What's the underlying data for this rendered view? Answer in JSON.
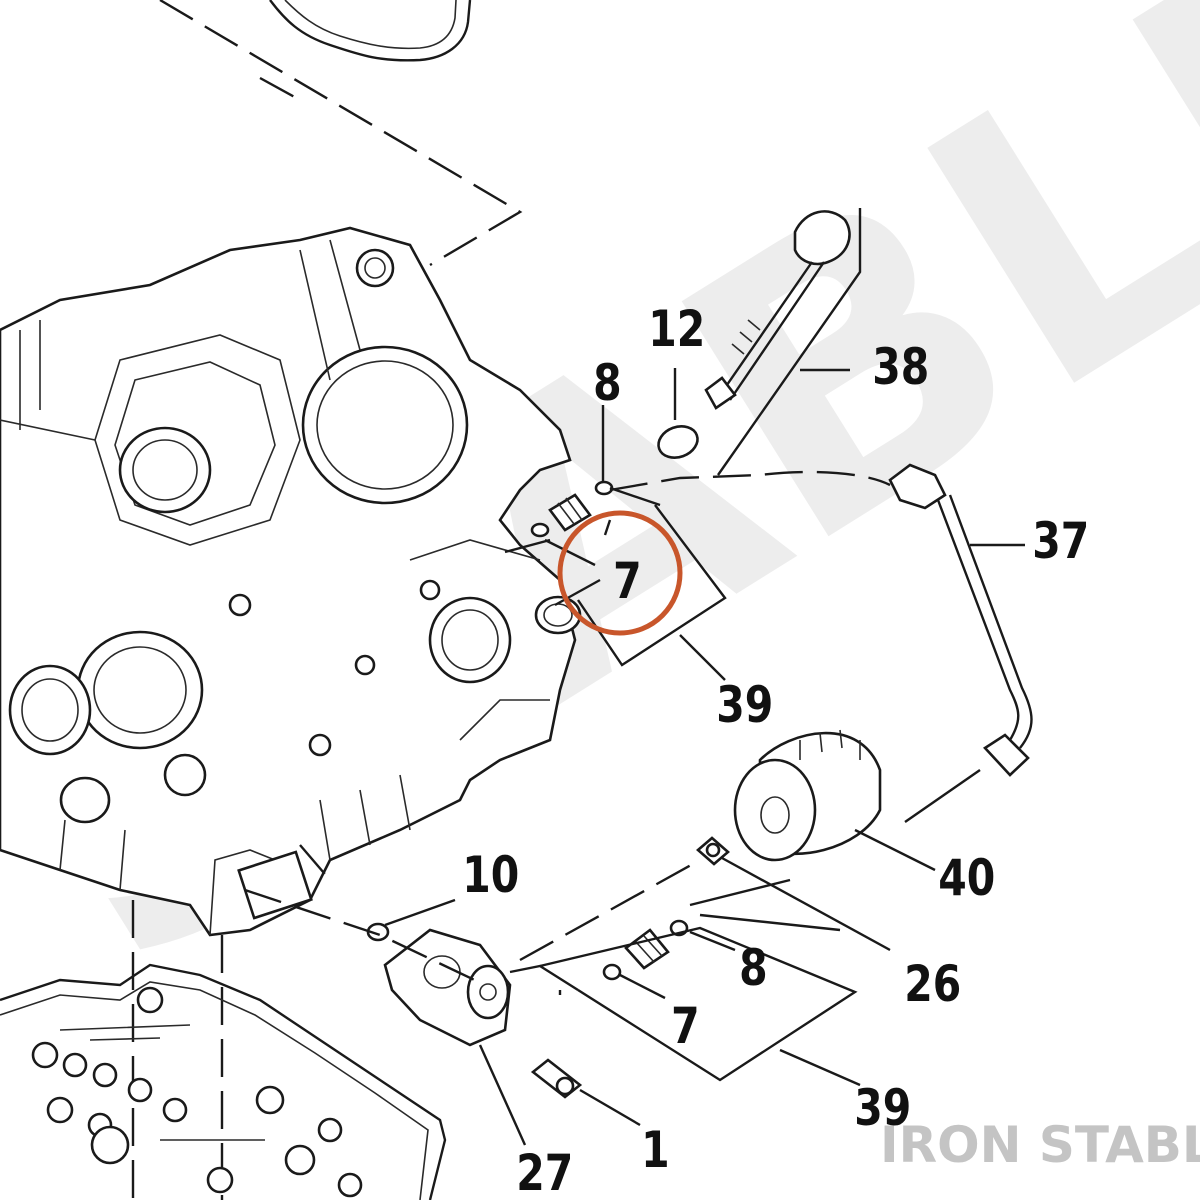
{
  "watermark": {
    "background_text": "STABLE",
    "corner_text": "IRON STABLE"
  },
  "highlight": {
    "color": "#c8562b",
    "callout_ref": "7"
  },
  "callouts": [
    {
      "id": "c12",
      "label": "12"
    },
    {
      "id": "c8a",
      "label": "8"
    },
    {
      "id": "c38",
      "label": "38"
    },
    {
      "id": "c37",
      "label": "37"
    },
    {
      "id": "c7a",
      "label": "7"
    },
    {
      "id": "c39a",
      "label": "39"
    },
    {
      "id": "c40",
      "label": "40"
    },
    {
      "id": "c10",
      "label": "10"
    },
    {
      "id": "c26",
      "label": "26"
    },
    {
      "id": "c8b",
      "label": "8"
    },
    {
      "id": "c7b",
      "label": "7"
    },
    {
      "id": "c39b",
      "label": "39"
    },
    {
      "id": "c1",
      "label": "1"
    },
    {
      "id": "c27",
      "label": "27"
    }
  ]
}
